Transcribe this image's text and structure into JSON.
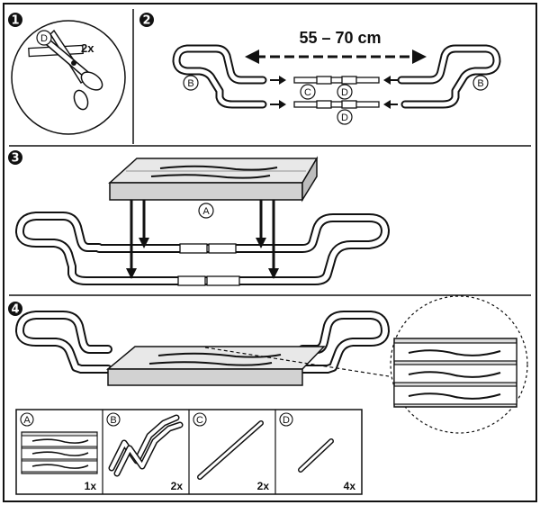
{
  "steps": [
    "1",
    "2",
    "3",
    "4"
  ],
  "step1": {
    "part_label": "D",
    "quantity": "2x"
  },
  "step2": {
    "dimension": "55 – 70 cm",
    "labels": {
      "left": "B",
      "right": "B",
      "c": "C",
      "d_top": "D",
      "d_bottom": "D"
    }
  },
  "step3": {
    "part_label": "A"
  },
  "parts": [
    {
      "label": "A",
      "quantity": "1x"
    },
    {
      "label": "B",
      "quantity": "2x"
    },
    {
      "label": "C",
      "quantity": "2x"
    },
    {
      "label": "D",
      "quantity": "4x"
    }
  ],
  "colors": {
    "line": "#111111",
    "panel": "#e8e8e8",
    "seat": "#d2d2d2",
    "background": "#ffffff"
  }
}
